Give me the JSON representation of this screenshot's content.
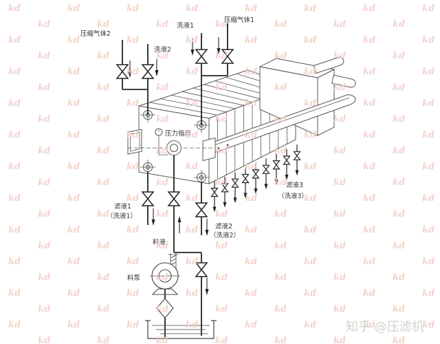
{
  "watermark": {
    "tile": "kd",
    "color": "#f0cbc3"
  },
  "credit": {
    "text": "知乎 @压滤机",
    "color": "#d2d2ce"
  },
  "colors": {
    "pipe": "#222222",
    "machine": "#555555",
    "label": "#333333"
  },
  "labels": {
    "compressed_gas_2": "压缩气体2",
    "wash_2": "洗液2",
    "wash_1": "洗液1",
    "compressed_gas_1": "压缩气体1",
    "pressure": "压力指示",
    "filtrate_1": "滤液1",
    "filtrate_1_note": "（洗液1）",
    "filtrate_2": "滤液2",
    "filtrate_2_note": "（洗液2）",
    "filtrate_3": "滤液3",
    "filtrate_3_note": "（洗液3）",
    "feed_liquid": "料液",
    "feed_pump": "料泵"
  }
}
